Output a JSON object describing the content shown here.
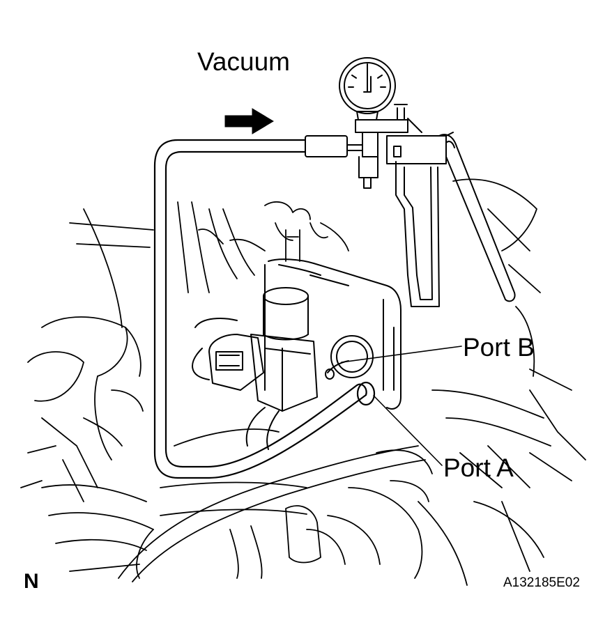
{
  "labels": {
    "vacuum": "Vacuum",
    "port_b": "Port B",
    "port_a": "Port A",
    "corner_mark": "N",
    "figure_code": "A132185E02"
  },
  "colors": {
    "line": "#000000",
    "background": "#ffffff"
  },
  "icons": {
    "flow_arrow": "right-arrow-icon",
    "gauge": "vacuum-gauge-icon"
  }
}
